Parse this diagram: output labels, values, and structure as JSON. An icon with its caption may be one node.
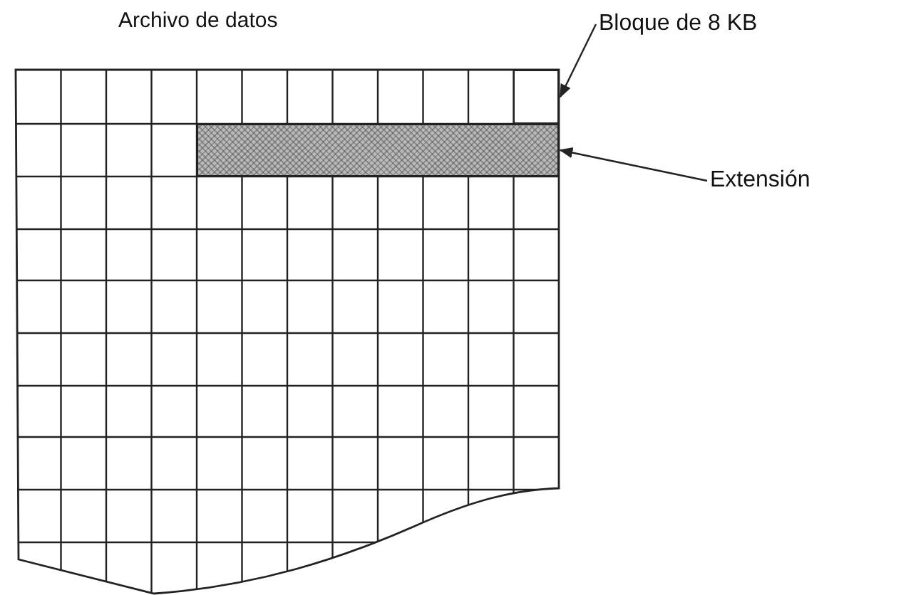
{
  "diagram": {
    "nodes": [
      {
        "text": [
          "Archivo de datos"
        ]
      },
      {
        "text": [
          "Bloque de 8 KB"
        ]
      },
      {
        "text": [],
        "shape": "box",
        "in": 0
      },
      {
        "text": [
          "Extensión"
        ]
      },
      {
        "text": [],
        "shape": "bar",
        "in": 0
      }
    ],
    "edges": [
      {
        "from": 1,
        "to": 2,
        "arrow": "to"
      },
      {
        "from": 3,
        "to": 4,
        "arrow": "to"
      }
    ]
  }
}
